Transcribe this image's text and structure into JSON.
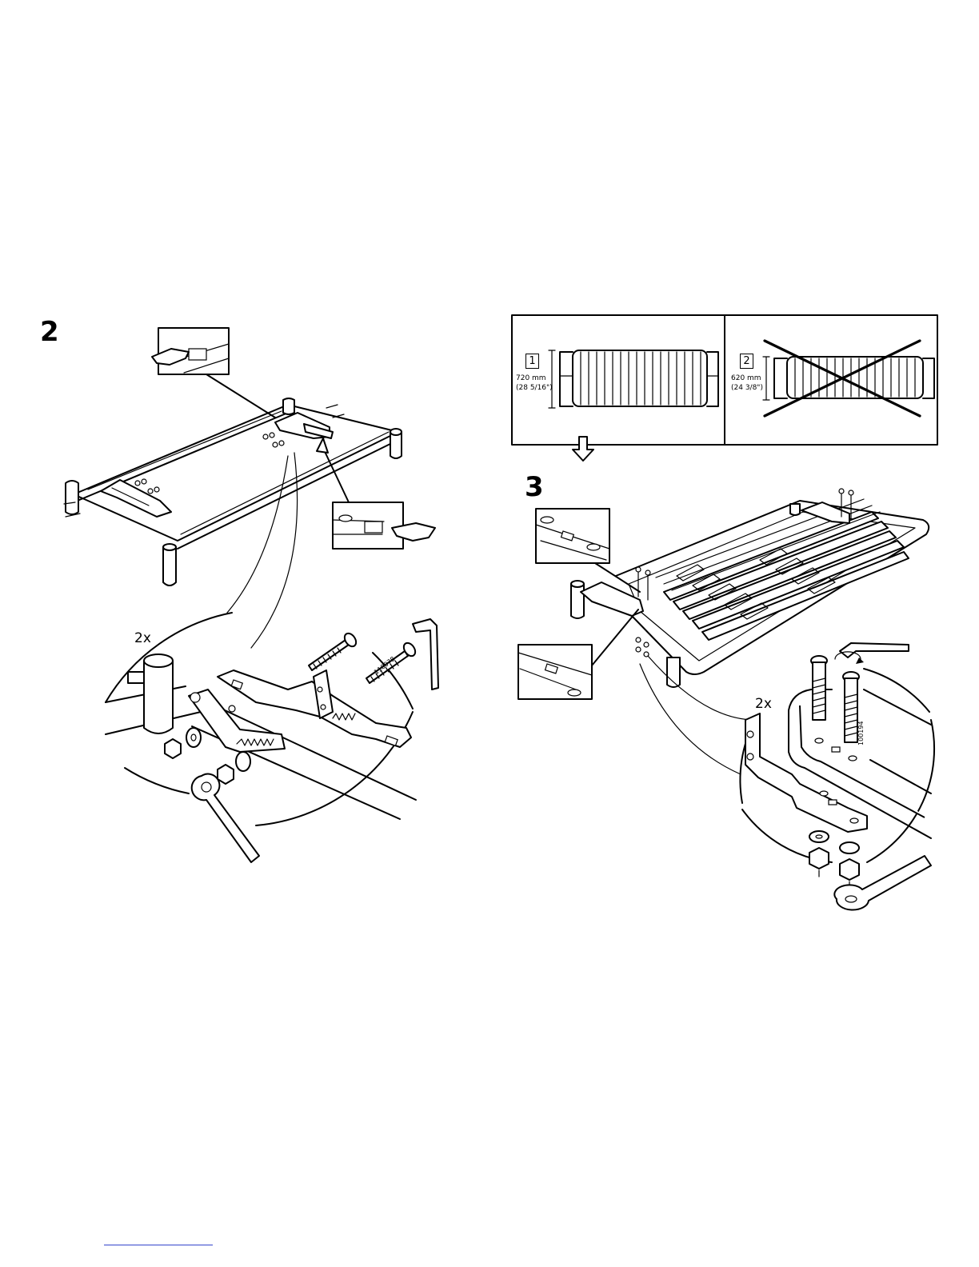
{
  "steps": {
    "step2": {
      "number": "2",
      "quantity": "2x",
      "part_number": "110078"
    },
    "step3": {
      "number": "3",
      "quantity": "2x",
      "part_number": "100194"
    }
  },
  "slat_options": {
    "option1": {
      "label": "1",
      "dimension_mm": "720 mm",
      "dimension_in": "(28 5/16\")",
      "status": "correct"
    },
    "option2": {
      "label": "2",
      "dimension_mm": "620 mm",
      "dimension_in": "(24 3/8\")",
      "status": "incorrect"
    }
  },
  "icons": [
    "pointing-hand-icon",
    "cross-out-icon",
    "down-arrow-icon",
    "wrench-icon",
    "allen-key-icon",
    "bolt-icon",
    "nut-icon",
    "washer-icon",
    "spring-icon"
  ],
  "colors": {
    "ink": "#000000",
    "paper": "#ffffff",
    "footer_rule": "#3344cc"
  }
}
